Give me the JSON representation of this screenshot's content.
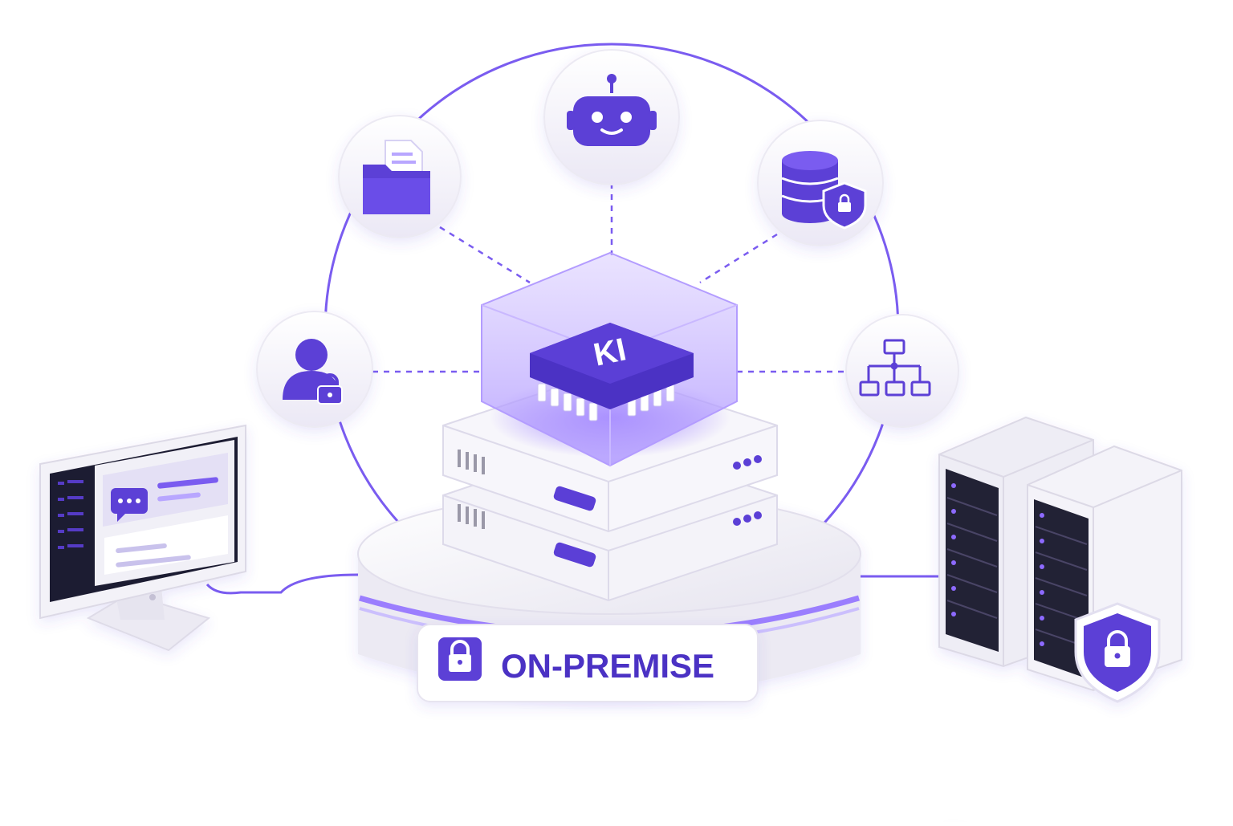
{
  "center": {
    "chip_label": "KI",
    "badge_label": "ON-PREMISE"
  },
  "satellites": [
    {
      "icon": "robot-icon"
    },
    {
      "icon": "folder-document-icon"
    },
    {
      "icon": "database-shield-icon"
    },
    {
      "icon": "user-lock-icon"
    },
    {
      "icon": "hierarchy-network-icon"
    }
  ],
  "devices": {
    "left": "desktop-monitor-chat",
    "right": "server-racks-shield"
  },
  "colors": {
    "accent": "#5b3fd6",
    "accent_light": "#b8a6ff",
    "surface": "#f3f2f8",
    "line": "#7a5cf0"
  }
}
